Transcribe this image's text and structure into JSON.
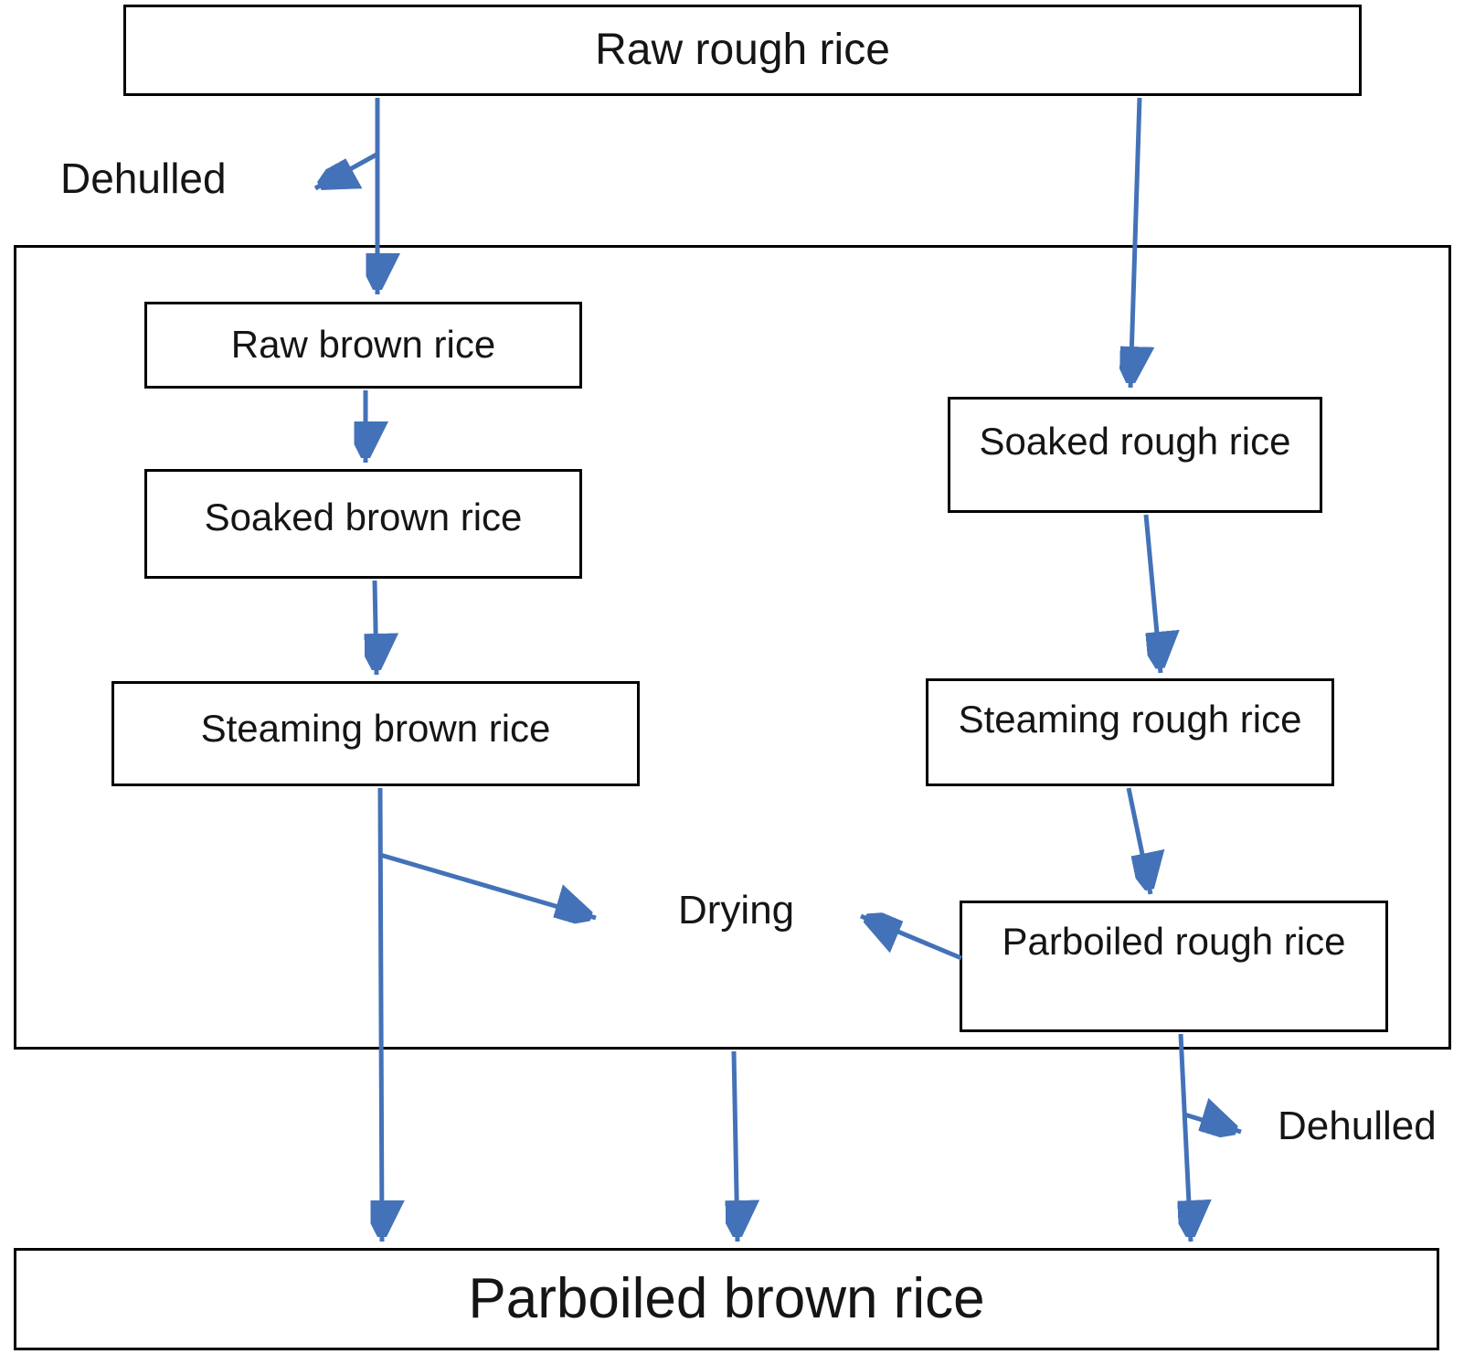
{
  "diagram": {
    "title_none": "",
    "nodes": {
      "raw_rough_rice": "Raw rough rice",
      "raw_brown_rice": "Raw brown rice",
      "soaked_brown_rice": "Soaked brown rice",
      "steaming_brown_rice": "Steaming brown rice",
      "soaked_rough_rice": "Soaked rough rice",
      "steaming_rough_rice": "Steaming rough rice",
      "parboiled_rough_rice": "Parboiled rough rice",
      "parboiled_brown_rice": "Parboiled brown rice"
    },
    "labels": {
      "dehulled_top": "Dehulled",
      "drying": "Drying",
      "dehulled_bottom": "Dehulled"
    },
    "edges": [
      {
        "from": "raw_rough_rice",
        "to": "raw_brown_rice",
        "label": "Dehulled"
      },
      {
        "from": "raw_brown_rice",
        "to": "soaked_brown_rice",
        "label": ""
      },
      {
        "from": "soaked_brown_rice",
        "to": "steaming_brown_rice",
        "label": ""
      },
      {
        "from": "steaming_brown_rice",
        "to": "drying",
        "label": ""
      },
      {
        "from": "steaming_brown_rice",
        "to": "parboiled_brown_rice",
        "label": ""
      },
      {
        "from": "raw_rough_rice",
        "to": "soaked_rough_rice",
        "label": ""
      },
      {
        "from": "soaked_rough_rice",
        "to": "steaming_rough_rice",
        "label": ""
      },
      {
        "from": "steaming_rough_rice",
        "to": "parboiled_rough_rice",
        "label": ""
      },
      {
        "from": "parboiled_rough_rice",
        "to": "drying",
        "label": ""
      },
      {
        "from": "drying",
        "to": "parboiled_brown_rice",
        "label": ""
      },
      {
        "from": "parboiled_rough_rice",
        "to": "parboiled_brown_rice",
        "label": "Dehulled"
      }
    ],
    "colors": {
      "arrow": "#4472b8",
      "box_border": "#000000",
      "background": "#ffffff",
      "text": "#151515"
    }
  }
}
